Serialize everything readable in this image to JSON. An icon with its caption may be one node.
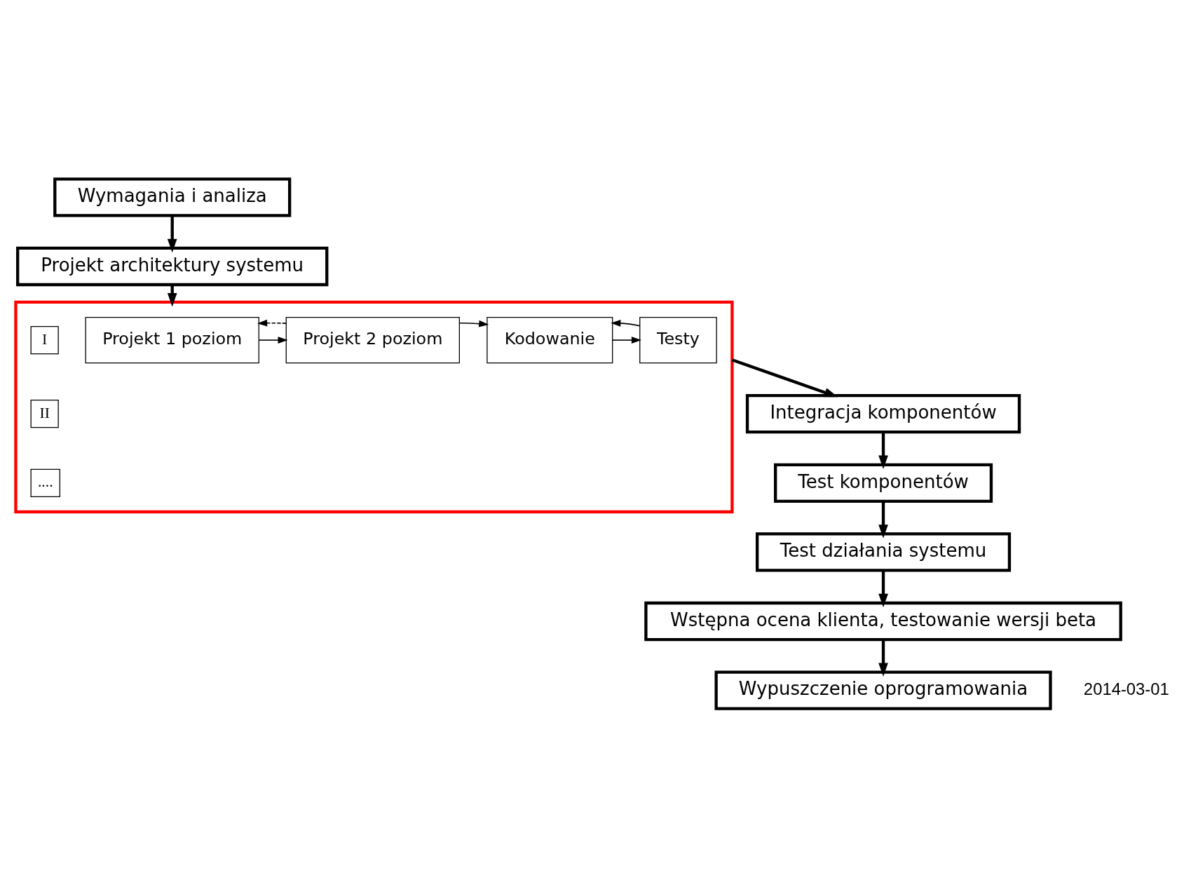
{
  "diagram": {
    "nodes": [
      {
        "text": [
          "Wymagania i analiza"
        ]
      },
      {
        "text": [
          "Projekt architektury systemu"
        ]
      },
      {
        "text": [],
        "shape": "box"
      },
      {
        "text": [
          "I"
        ],
        "in": 2
      },
      {
        "text": [
          "II"
        ],
        "in": 2
      },
      {
        "text": [
          "...."
        ],
        "in": 2
      },
      {
        "text": [
          "Projekt 1 poziom"
        ],
        "in": 2
      },
      {
        "text": [
          "Projekt 2 poziom"
        ],
        "in": 2
      },
      {
        "text": [
          "Kodowanie"
        ],
        "in": 2
      },
      {
        "text": [
          "Testy"
        ],
        "in": 2
      },
      {
        "text": [
          "Integracja komponentów"
        ]
      },
      {
        "text": [
          "Test komponentów"
        ]
      },
      {
        "text": [
          "Test działania systemu"
        ]
      },
      {
        "text": [
          "Wstępna ocena klienta, testowanie wersji beta"
        ]
      },
      {
        "text": [
          "Wypuszczenie oprogramowania"
        ]
      }
    ],
    "edges": [
      {
        "from": 0,
        "to": 1,
        "arrow": "to"
      },
      {
        "from": 1,
        "to": 2,
        "arrow": "to"
      },
      {
        "from": 6,
        "to": 7,
        "arrow": "to"
      },
      {
        "from": 7,
        "to": 6,
        "arrow": "to",
        "style": "dashed"
      },
      {
        "from": 7,
        "to": 8,
        "arrow": "to"
      },
      {
        "from": 8,
        "to": 9,
        "arrow": "to"
      },
      {
        "from": 9,
        "to": 8,
        "arrow": "to"
      },
      {
        "from": 2,
        "to": 10,
        "arrow": "to"
      },
      {
        "from": 10,
        "to": 11,
        "arrow": "to"
      },
      {
        "from": 11,
        "to": 12,
        "arrow": "to"
      },
      {
        "from": 12,
        "to": 13,
        "arrow": "to"
      },
      {
        "from": 13,
        "to": 14,
        "arrow": "to"
      }
    ],
    "labels": [
      "2014-03-01"
    ]
  }
}
